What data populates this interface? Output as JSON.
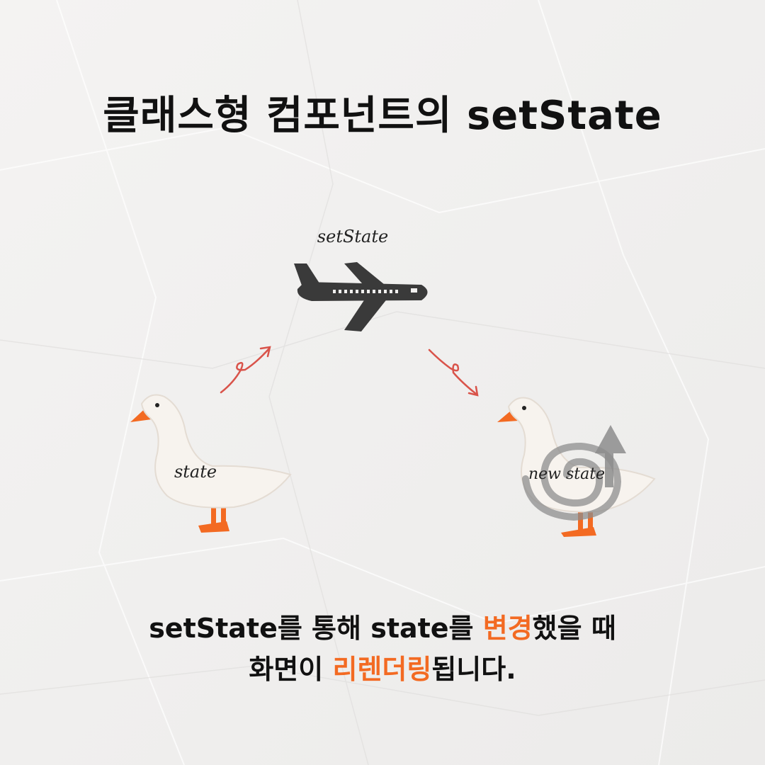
{
  "title": "클래스형 컴포넌트의 setState",
  "diagram": {
    "airplane_label": "setState",
    "goose_left_label": "state",
    "goose_right_label": "new state"
  },
  "caption": {
    "line1_part1": "setState를 통해 state를 ",
    "line1_highlight": "변경",
    "line1_part2": "했을 때",
    "line2_part1": "화면이 ",
    "line2_highlight": "리렌더링",
    "line2_part2": "됩니다."
  },
  "colors": {
    "accent": "#f36a22",
    "arrow": "#d9534a",
    "plane": "#3a3a3a",
    "goose_body": "#f7f3ee"
  }
}
